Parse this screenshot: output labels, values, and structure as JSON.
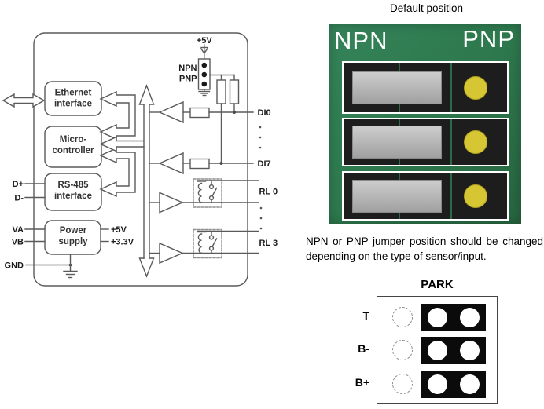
{
  "block_diagram": {
    "blocks": [
      {
        "id": "ethernet",
        "line1": "Ethernet",
        "line2": "interface"
      },
      {
        "id": "micro",
        "line1": "Micro-",
        "line2": "controller"
      },
      {
        "id": "rs485",
        "line1": "RS-485",
        "line2": "interface"
      },
      {
        "id": "power",
        "line1": "Power",
        "line2": "supply"
      }
    ],
    "pin_labels": {
      "d_plus": "D+",
      "d_minus": "D-",
      "va": "VA",
      "vb": "VB",
      "gnd": "GND"
    },
    "power_outputs": {
      "v5": "+5V",
      "v33": "+3.3V"
    },
    "jumper": {
      "supply": "+5V",
      "npn": "NPN",
      "pnp": "PNP"
    },
    "signals": {
      "di0": "DI0",
      "di7": "DI7",
      "rl0": "RL 0",
      "rl3": "RL 3"
    }
  },
  "pcb_panel": {
    "title": "Default position",
    "npn": "NPN",
    "pnp": "PNP",
    "jumper_rows": 3
  },
  "note_text": "NPN or PNP jumper position should be changed depending on the type of sensor/input.",
  "park": {
    "title": "PARK",
    "rows": [
      {
        "label": "T"
      },
      {
        "label": "B-"
      },
      {
        "label": "B+"
      }
    ]
  },
  "colors": {
    "pcb_green": "#2e7a4e",
    "jumper_cap_gray": "#b5b5b5",
    "pnp_pad_yellow": "#d6c634",
    "diagram_line_gray": "#5a5a5a",
    "park_block_black": "#0b0b0b"
  }
}
